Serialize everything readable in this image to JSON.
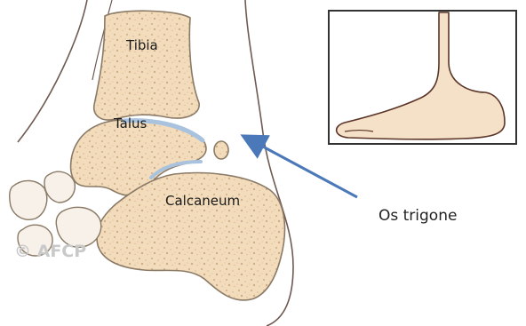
{
  "labels": {
    "tibia": "Tibia",
    "talus": "Talus",
    "calcaneum": "Calcaneum",
    "os_trigone": "Os trigone"
  },
  "watermark": "© AFCP",
  "colors": {
    "bone_fill": "#f3dcbc",
    "bone_outline": "#8a7a66",
    "cartilage": "#a9c3df",
    "arrow": "#4a78b8",
    "inset_border": "#333333",
    "foot_outline": "#5a3528",
    "foot_fill": "#f5e0c8"
  },
  "icons": {
    "arrow": "arrow-left-up-icon",
    "inset": "foot-side-view-icon"
  }
}
